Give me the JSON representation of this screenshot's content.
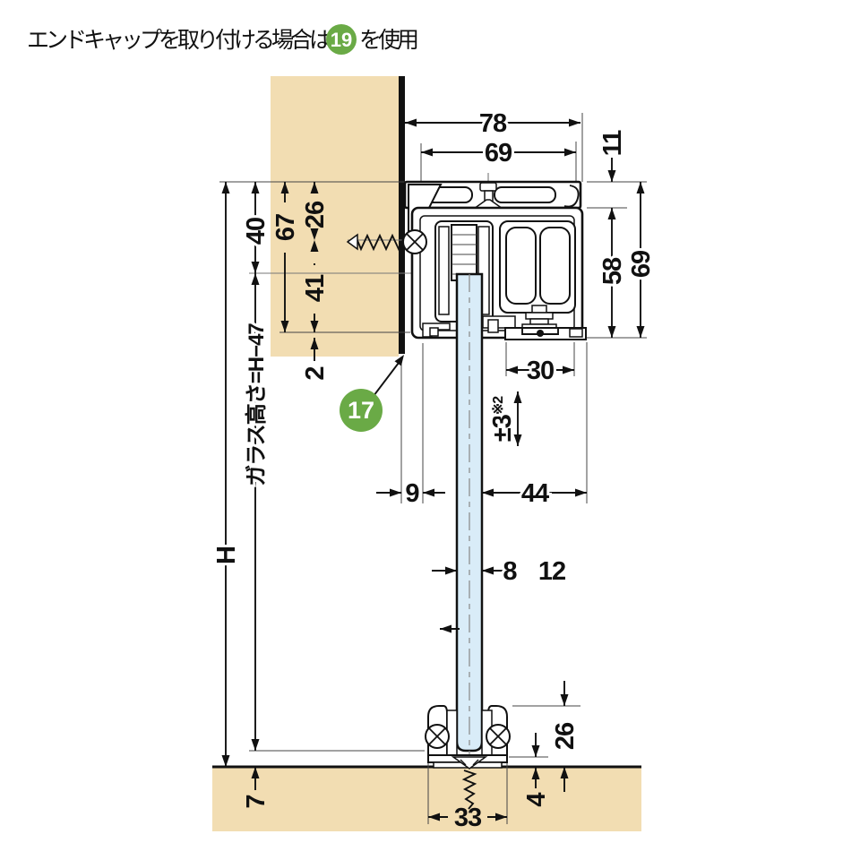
{
  "title": {
    "prefix": "エンドキャップを取り付ける場合は",
    "badge": "19",
    "suffix": "を使用"
  },
  "callout": {
    "label": "17"
  },
  "dims": {
    "w78": "78",
    "w69": "69",
    "h11": "11",
    "h58": "58",
    "h69r": "69",
    "v40": "40",
    "v67": "67",
    "v26": "26",
    "v41": "41",
    "v2": "2",
    "H": "H",
    "glass_height": "ガラス高さ=H−47",
    "v7": "7",
    "w30": "30",
    "adj": "±3",
    "adj_note": "※2",
    "w9": "9",
    "w44": "44",
    "t8": "8",
    "t12": "12",
    "b26": "26",
    "b4": "4",
    "b33": "33"
  },
  "colors": {
    "wall": "#f2ddb2",
    "glass": "#d9ecf8",
    "green": "#6aaa46",
    "line": "#111111"
  }
}
